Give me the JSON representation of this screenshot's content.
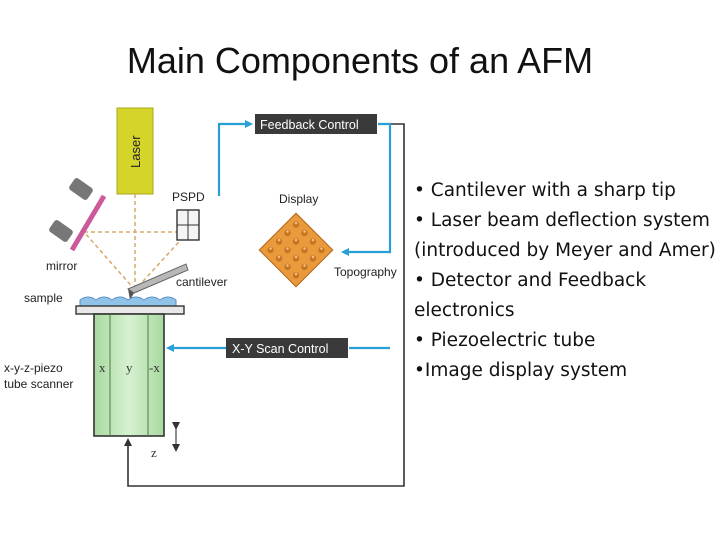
{
  "title": "Main Components of an AFM",
  "diagram": {
    "laser": "Laser",
    "feedback_control": "Feedback Control",
    "pspd": "PSPD",
    "display": "Display",
    "mirror": "mirror",
    "cantilever": "cantilever",
    "sample": "sample",
    "topography": "Topography",
    "xy_scan_control": "X-Y Scan Control",
    "scanner_line1": "x-y-z-piezo",
    "scanner_line2": "tube scanner",
    "axis_x": "x",
    "axis_y": "y",
    "axis_neg_x": "-x",
    "axis_z": "z"
  },
  "bullets": [
    "• Cantilever with a sharp tip",
    "• Laser beam deflection system (introduced by Meyer and Amer)",
    "• Detector and Feedback electronics",
    "• Piezoelectric tube",
    "•Image display system"
  ],
  "colors": {
    "laser_box": "#d4d42a",
    "control_box": "#3a3a3a",
    "arrow_blue": "#2a9fd6",
    "tube_green": "#bfe6b8",
    "sample_blue": "#8fc3ea",
    "display_orange": "#e89a3c"
  }
}
